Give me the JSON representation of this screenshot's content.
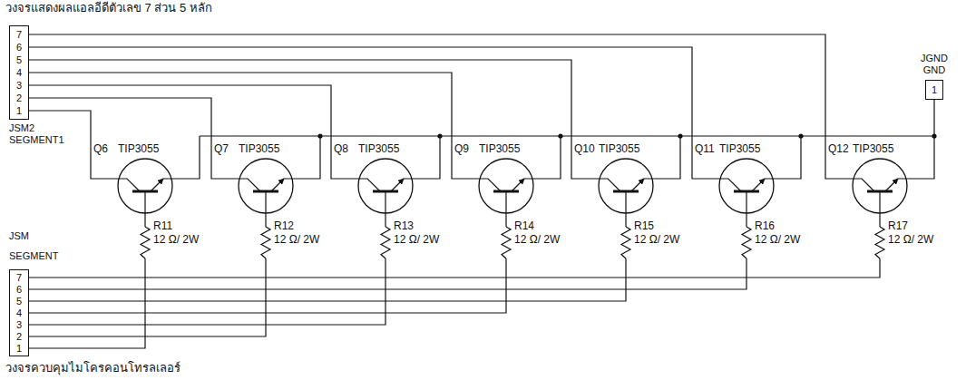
{
  "diagram": {
    "nodes": [
      {
        "text": [
          "7",
          "6",
          "5",
          "4",
          "3",
          "2",
          "1",
          "JSM2 SEGMENT1"
        ]
      },
      {
        "text": [
          "JSM SEGMENT",
          "7",
          "6",
          "5",
          "4",
          "3",
          "2",
          "1"
        ]
      },
      {
        "text": [
          "JGND GND",
          "1"
        ]
      }
    ],
    "labels": [
      "วงจรแสดงผลแอลอีดีตัวเลข 7 ส่วน 5 หลัก",
      "Q6",
      "TIP3055",
      "Q7",
      "TIP3055",
      "Q8",
      "TIP3055",
      "Q9",
      "TIP3055",
      "Q10",
      "TIP3055",
      "Q11",
      "TIP3055",
      "Q12",
      "TIP3055",
      "R11",
      "12 Ω/ 2W",
      "R12",
      "12 Ω/ 2W",
      "R13",
      "12 Ω/ 2W",
      "R14",
      "12 Ω/ 2W",
      "R15",
      "12 Ω/ 2W",
      "R16",
      "12 Ω/ 2W",
      "R17",
      "12 Ω/ 2W",
      "วงจรควบคุมไมโครคอนโทรลเลอร์"
    ]
  }
}
